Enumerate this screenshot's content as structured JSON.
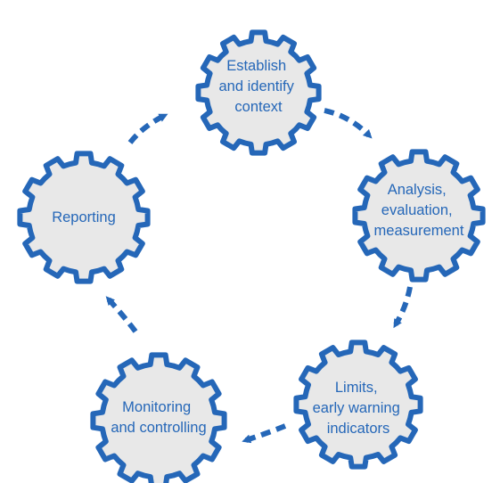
{
  "colors": {
    "gear_fill": "#e8e8e8",
    "accent": "#2567b8",
    "background": "#ffffff"
  },
  "gears": [
    {
      "id": "establish",
      "lines": [
        "Establish",
        "and identify",
        "context"
      ]
    },
    {
      "id": "analysis",
      "lines": [
        "Analysis,",
        "evaluation,",
        "measurement"
      ]
    },
    {
      "id": "limits",
      "lines": [
        "Limits,",
        "early warning",
        "indicators"
      ]
    },
    {
      "id": "monitoring",
      "lines": [
        "Monitoring",
        "and controlling"
      ]
    },
    {
      "id": "reporting",
      "lines": [
        "Reporting"
      ]
    }
  ]
}
